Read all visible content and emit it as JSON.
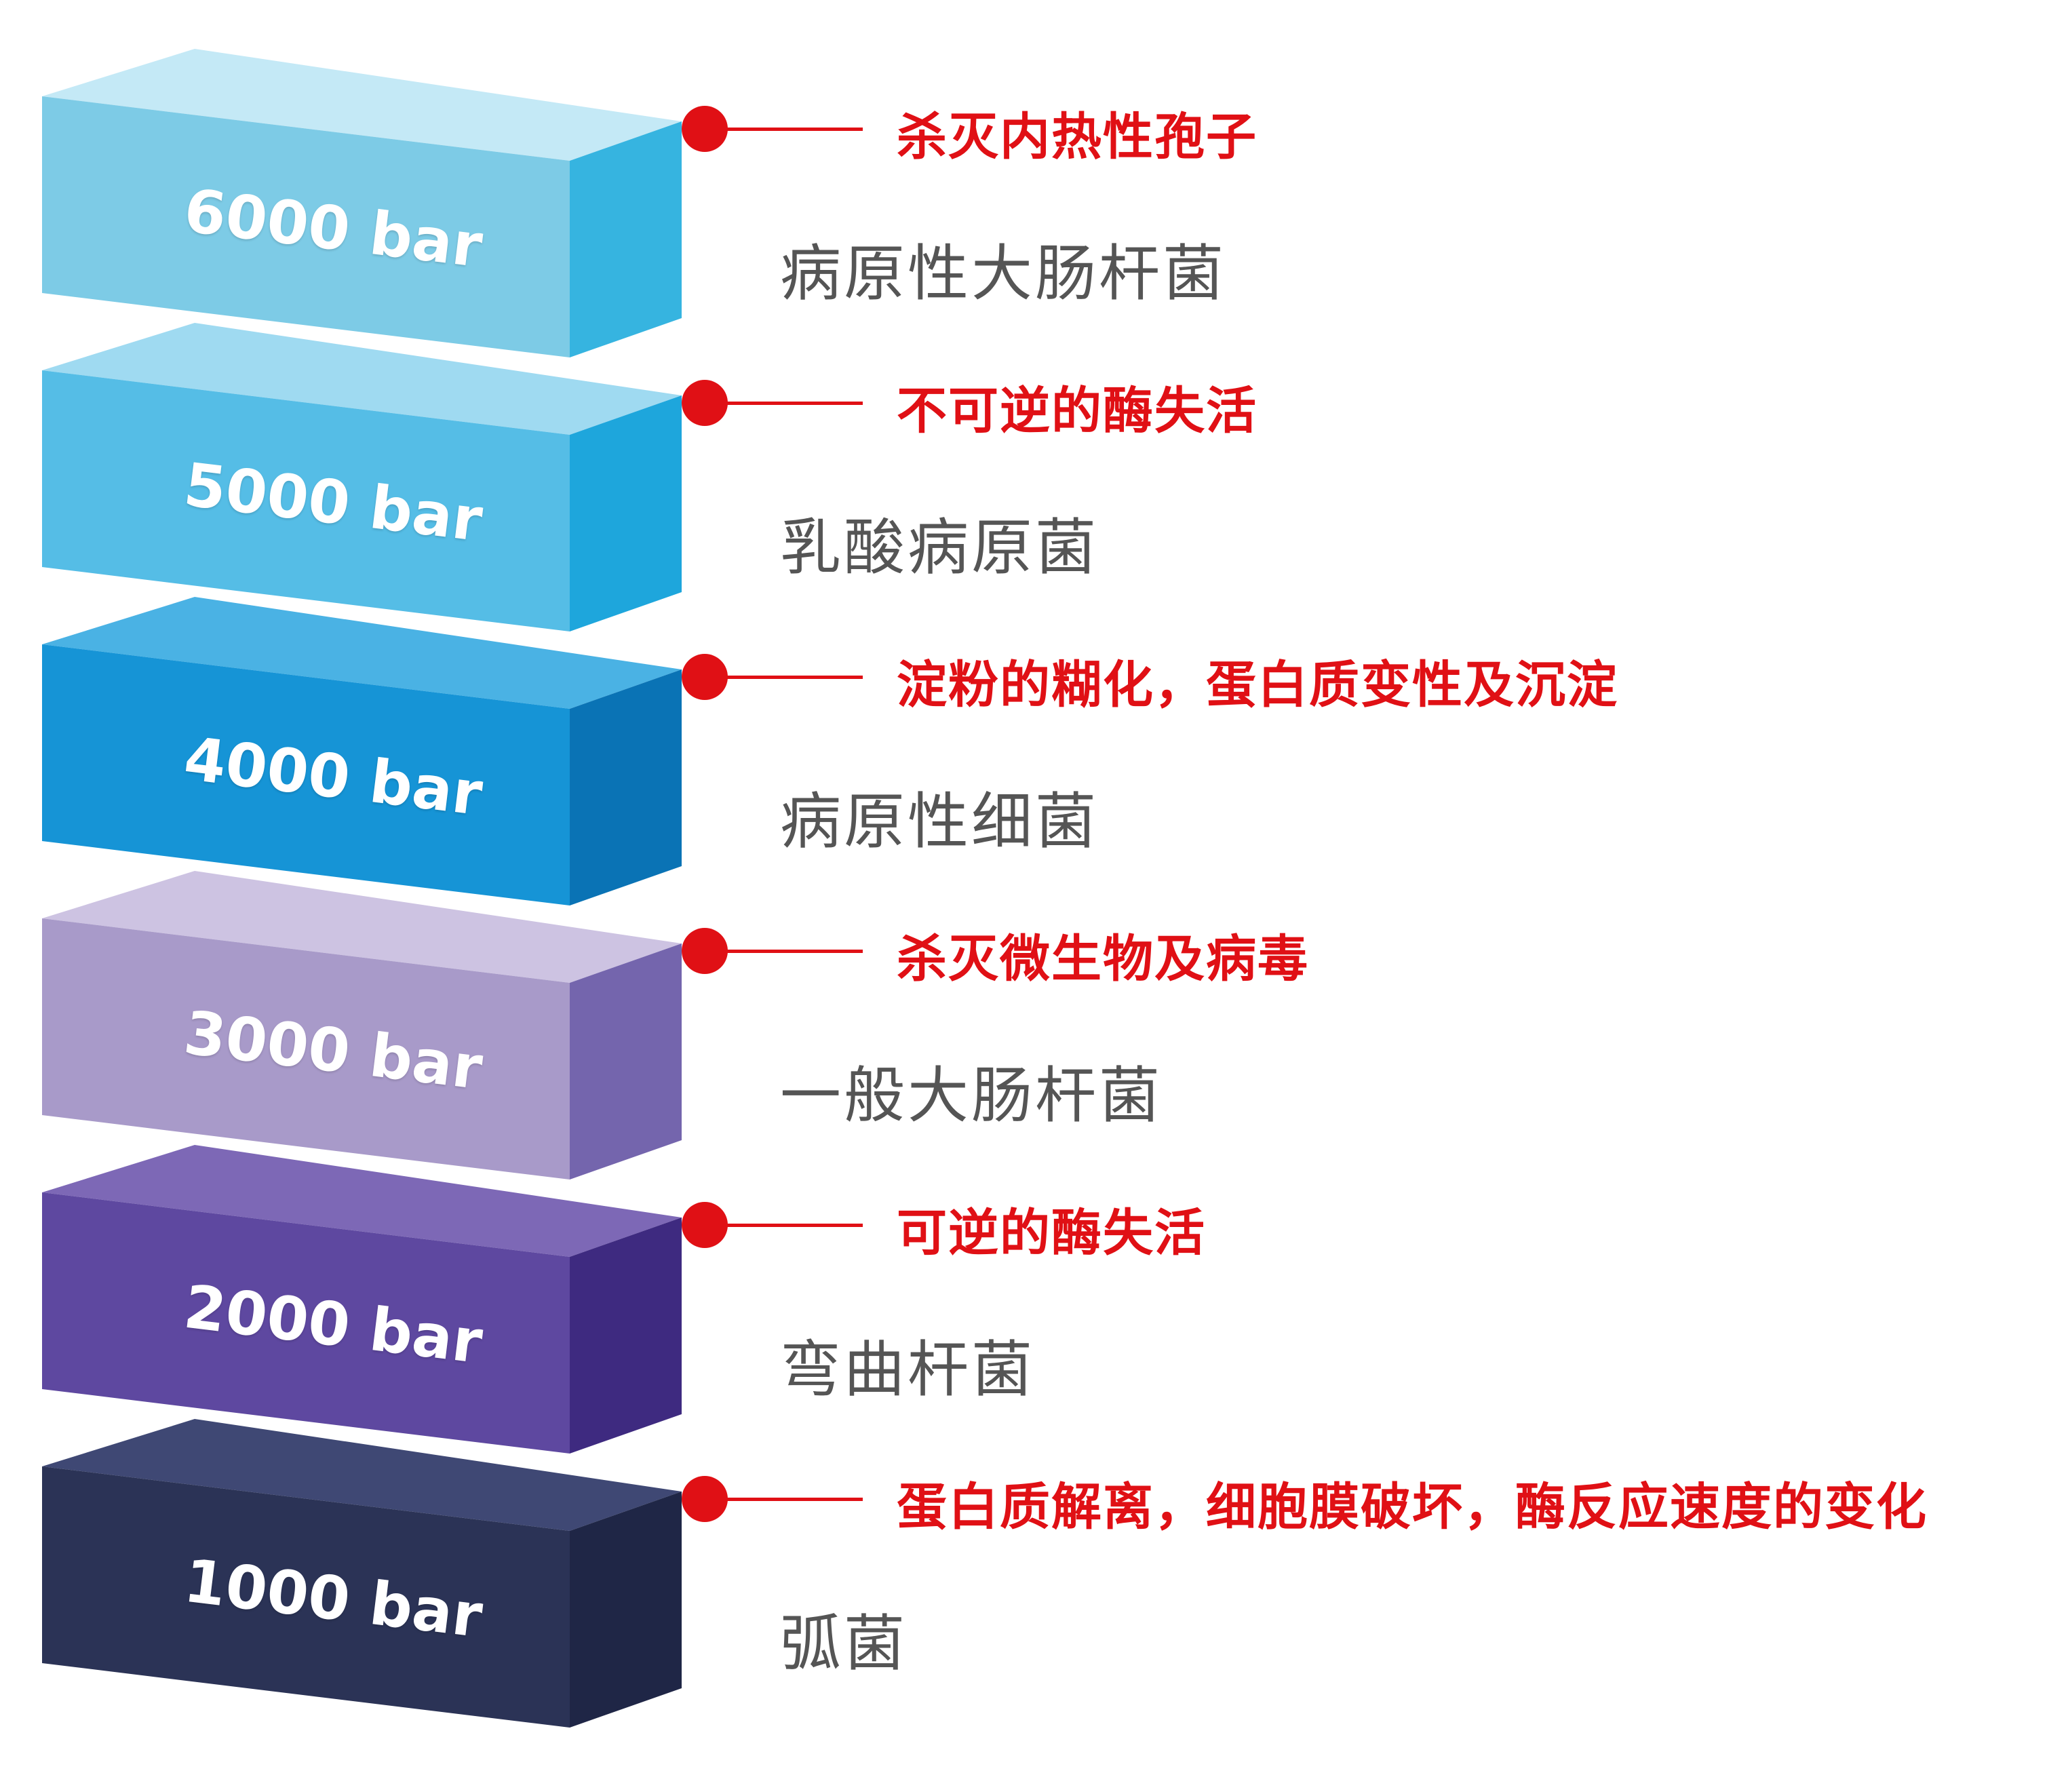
{
  "levels": [
    {
      "pressure": "6000 bar",
      "effect": "杀灭内热性孢子",
      "organism": "病原性大肠杆菌",
      "colors": {
        "front": "#7dcbe6",
        "top": "#c4e9f6",
        "side": "#36b4e0"
      }
    },
    {
      "pressure": "5000 bar",
      "effect": "不可逆的酶失活",
      "organism": "乳酸病原菌",
      "colors": {
        "front": "#55bde6",
        "top": "#9fdaf1",
        "side": "#1ea6dc"
      }
    },
    {
      "pressure": "4000 bar",
      "effect": "淀粉的糊化，蛋白质变性及沉淀",
      "organism": "病原性细菌",
      "colors": {
        "front": "#1694d6",
        "top": "#4ab2e4",
        "side": "#0a73b5"
      }
    },
    {
      "pressure": "3000 bar",
      "effect": "杀灭微生物及病毒",
      "organism": "一般大肠杆菌",
      "colors": {
        "front": "#a89ac9",
        "top": "#cdc3e2",
        "side": "#7465ad"
      }
    },
    {
      "pressure": "2000 bar",
      "effect": "可逆的酶失活",
      "organism": "弯曲杆菌",
      "colors": {
        "front": "#5e48a0",
        "top": "#7d68b6",
        "side": "#3e2a80"
      }
    },
    {
      "pressure": "1000 bar",
      "effect": "蛋白质解离，细胞膜破坏，酶反应速度的变化",
      "organism": "弧菌",
      "colors": {
        "front": "#2b3356",
        "top": "#3f4874",
        "side": "#1f2646"
      }
    }
  ],
  "accent_color": "#e01015",
  "organism_color": "#555555"
}
